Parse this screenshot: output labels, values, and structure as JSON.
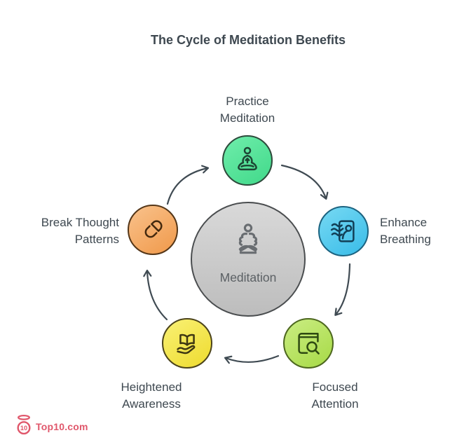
{
  "title": "The Cycle of Meditation Benefits",
  "text_color": "#3e4850",
  "center": {
    "label": "Meditation",
    "icon": "lotus-meditation-icon",
    "colors": {
      "fill_light": "#d9d9d9",
      "fill_dark": "#bdbdbd",
      "border": "#4a4d4f",
      "icon": "#696d71",
      "label": "#5b6064"
    }
  },
  "nodes": [
    {
      "id": "practice-meditation",
      "label": "Practice Meditation",
      "icon": "meditating-person-icon",
      "colors": {
        "fill_light": "#6fedab",
        "fill_dark": "#41d98a",
        "border": "#2d4a3b",
        "icon": "#1d4534"
      }
    },
    {
      "id": "enhance-breathing",
      "label": "Enhance Breathing",
      "icon": "breathing-waves-icon",
      "colors": {
        "fill_light": "#77d9f3",
        "fill_dark": "#38bce8",
        "border": "#1c6380",
        "icon": "#123f56"
      }
    },
    {
      "id": "focused-attention",
      "label": "Focused Attention",
      "icon": "book-magnifier-icon",
      "colors": {
        "fill_light": "#caed83",
        "fill_dark": "#a7da46",
        "border": "#4d671f",
        "icon": "#2e4a12"
      }
    },
    {
      "id": "heightened-awareness",
      "label": "Heightened Awareness",
      "icon": "book-on-hand-icon",
      "colors": {
        "fill_light": "#f9f175",
        "fill_dark": "#eedb2e",
        "border": "#4b431b",
        "icon": "#3e3712"
      }
    },
    {
      "id": "break-thought-patterns",
      "label": "Break Thought Patterns",
      "icon": "broken-capsule-icon",
      "colors": {
        "fill_light": "#f9c28c",
        "fill_dark": "#f0994a",
        "border": "#543618",
        "icon": "#44290e"
      }
    }
  ],
  "arrows": {
    "color": "#3f4a52",
    "count": 5,
    "direction": "clockwise"
  },
  "logo": {
    "text": "Top10.com",
    "badge_text": "10",
    "color": "#e0576b",
    "icon": "top10-badge-icon"
  }
}
